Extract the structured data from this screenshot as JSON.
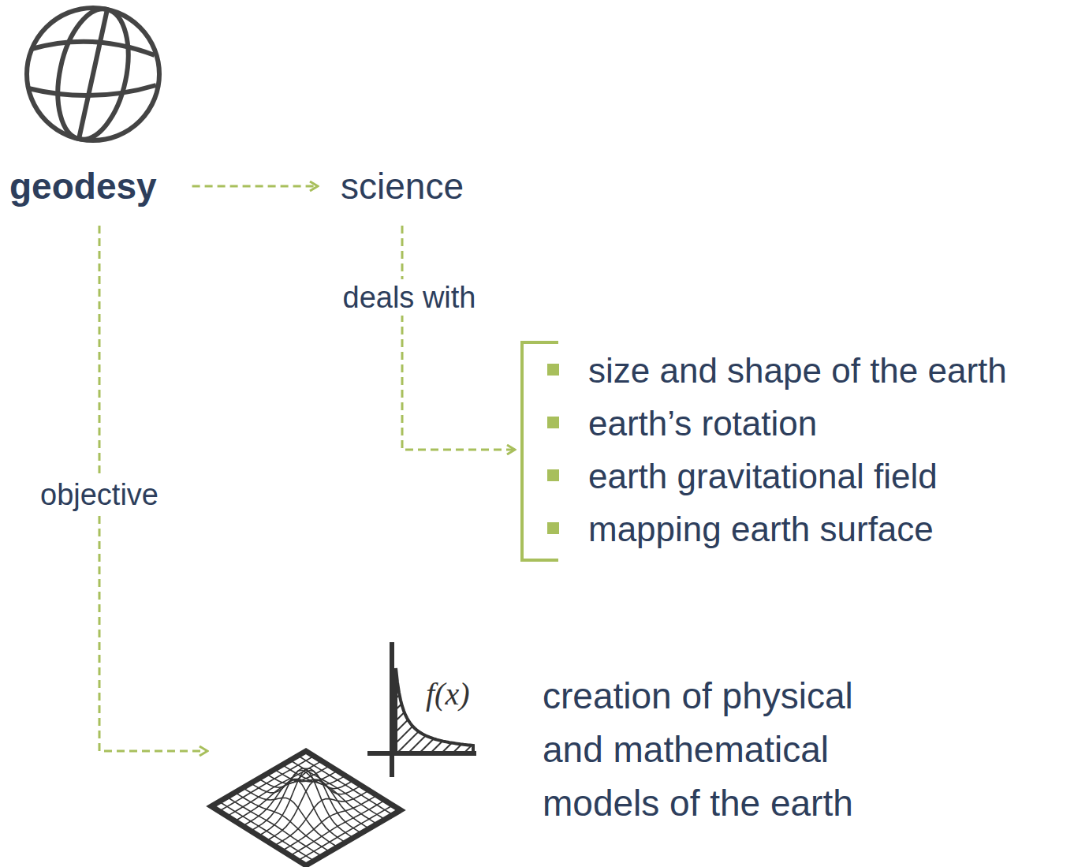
{
  "diagram": {
    "nodes": [
      {
        "text": [
          "geodesy"
        ]
      },
      {
        "text": [
          "science"
        ]
      },
      {
        "text": [
          "size and shape of the earth",
          "earth’s rotation",
          "earth gravitational field",
          "mapping earth surface"
        ]
      },
      {
        "text": [
          "creation of physical and mathematical models of the earth"
        ]
      }
    ],
    "edges": [
      {
        "from": 0,
        "to": 1,
        "arrow": "to"
      },
      {
        "from": 1,
        "to": 2,
        "label": "deals with",
        "arrow": "to"
      },
      {
        "from": 0,
        "to": 3,
        "label": "objective",
        "arrow": "to"
      }
    ],
    "labels": [
      "f(x)"
    ]
  }
}
